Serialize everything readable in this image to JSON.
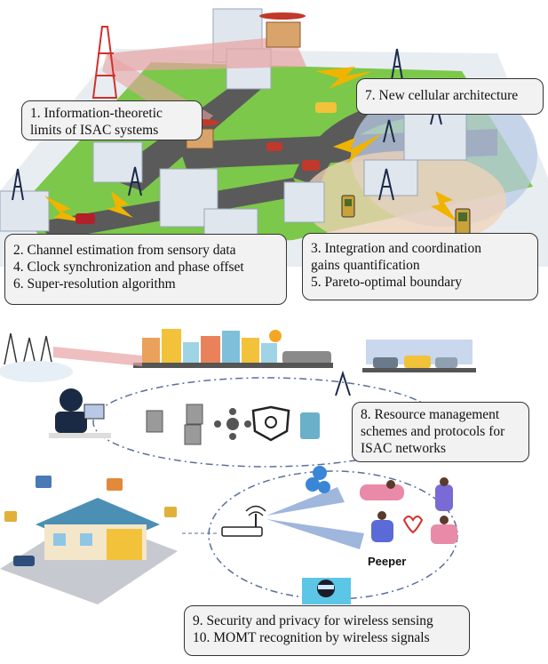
{
  "callouts": {
    "c1": [
      "1. Information-theoretic",
      "limits of ISAC systems"
    ],
    "c7": [
      "7. New cellular architecture"
    ],
    "c2": [
      "2. Channel estimation from sensory data",
      "4. Clock synchronization and phase offset",
      "6. Super-resolution algorithm"
    ],
    "c3": [
      "3. Integration and coordination",
      "gains quantification",
      "5. Pareto-optimal boundary"
    ],
    "c8": [
      "8. Resource management",
      "schemes and protocols for",
      "ISAC networks"
    ],
    "c9": [
      "9. Security and privacy for wireless sensing",
      "10. MOMT recognition by wireless signals"
    ]
  },
  "labels": {
    "peeper": "Peeper"
  },
  "colors": {
    "callout_bg": "#f2f2f2",
    "callout_border": "#333333",
    "grass": "#6cbf3c",
    "road": "#5a5a5a",
    "building": "#dfe6ee",
    "beam_red": "#e8a3a3",
    "beam_blue": "#9fb6dd",
    "coverage_blue": "#b9cbe6",
    "coverage_orange": "#f2d3b8",
    "lightning": "#f0b400",
    "dashed_ellipse": "#5b6f9a"
  },
  "icons": [
    "cell-tower-icon",
    "drone-icon",
    "car-icon",
    "phone-icon",
    "server-icon",
    "shield-icon",
    "wifi-router-icon",
    "person-icon",
    "house-icon",
    "heart-icon",
    "hacker-icon"
  ]
}
